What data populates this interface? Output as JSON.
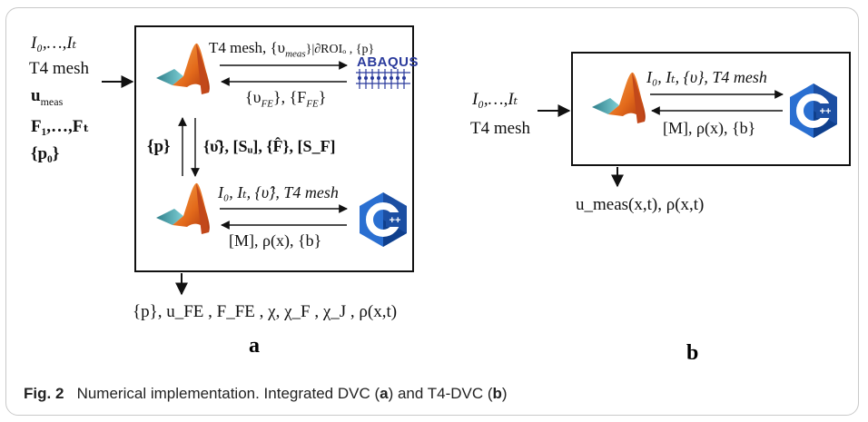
{
  "panel_a": {
    "inputs": {
      "frames": "I₀,…,Iₜ",
      "mesh": "T4 mesh",
      "u_meas": "u",
      "u_meas_sub": "meas",
      "F": "F₁,…,Fₜ",
      "p0": "{p₀}"
    },
    "top_arrow_upper": "T4 mesh, {υ",
    "top_arrow_upper_sub": "meas",
    "top_arrow_upper_rest": "}|∂ROIₒ , {p}",
    "top_arrow_lower": "{υ",
    "top_arrow_lower_sub": "FE",
    "top_arrow_lower_rest": "}, {F",
    "top_arrow_lower_sub2": "FE",
    "top_arrow_lower_end": "}",
    "abaqus_logo": "ABAQUS",
    "left_loop_label": "{p}",
    "right_loop_label": "{υ̂}, [Sᵤ], {F̂}, [S_F]",
    "bottom_arrow_upper": "I₀, Iₜ, {υ̂}, T4 mesh",
    "bottom_arrow_lower": "[M], ρ(x), {b}",
    "output": "{p}, u_FE , F_FE , χ, χ_F , χ_J , ρ(x,t)",
    "label": "a"
  },
  "panel_b": {
    "inputs": {
      "frames": "I₀,…,Iₜ",
      "mesh": "T4 mesh"
    },
    "arrow_upper": "I₀, Iₜ, {υ}, T4 mesh",
    "arrow_lower": "[M], ρ(x), {b}",
    "output": "u_meas(x,t), ρ(x,t)",
    "label": "b"
  },
  "caption": {
    "fig_no": "Fig. 2",
    "text_1": "Numerical implementation. Integrated DVC (",
    "a": "a",
    "text_2": ") and T4-DVC (",
    "b": "b",
    "text_3": ")"
  },
  "colors": {
    "matlab_orange": "#e36a1b",
    "matlab_teal": "#4fa7b0",
    "cpp_blue": "#1e5bb8",
    "cpp_dark": "#0f3f8c",
    "abaqus_blue": "#2a3a9c"
  },
  "icons": [
    "matlab-logo-icon",
    "abaqus-logo-icon",
    "cpp-logo-icon"
  ]
}
